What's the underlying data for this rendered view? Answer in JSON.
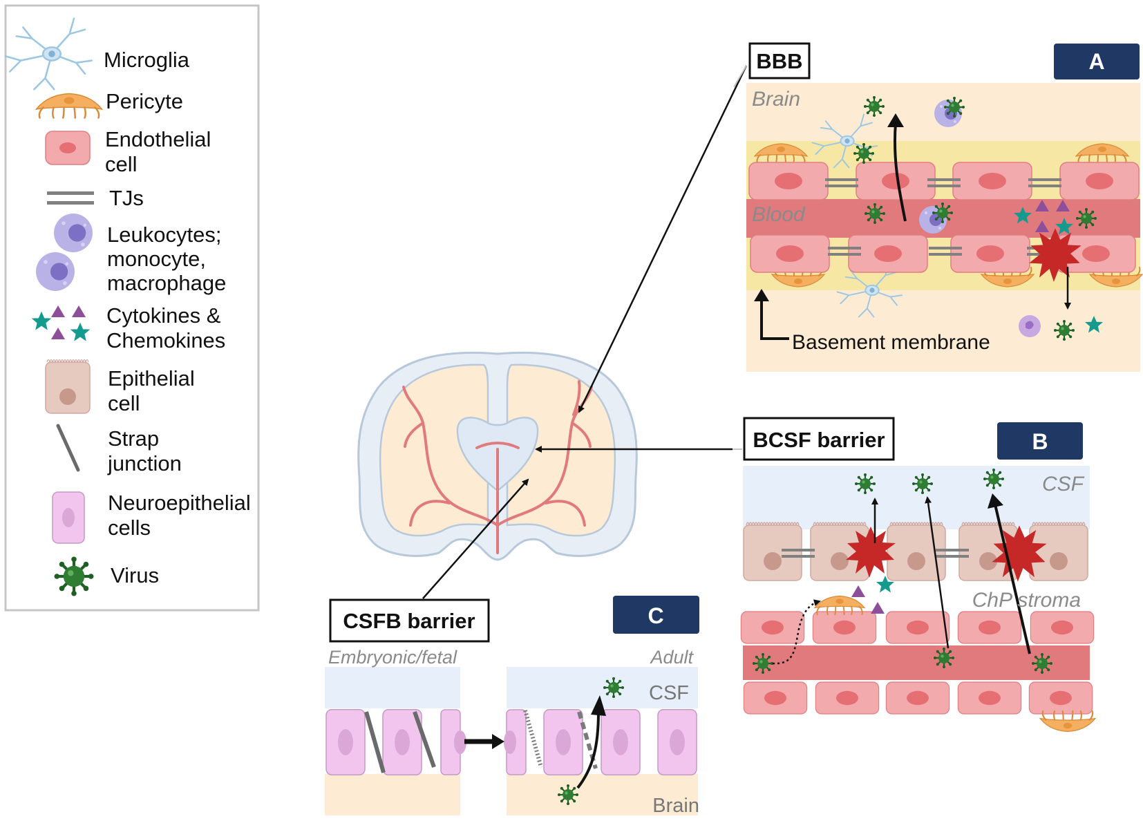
{
  "legend": {
    "microglia": "Microglia",
    "pericyte": "Pericyte",
    "endothelial_1": "Endothelial",
    "endothelial_2": "cell",
    "tjs": "TJs",
    "leuko_1": "Leukocytes;",
    "leuko_2": "monocyte,",
    "leuko_3": "macrophage",
    "cyto_1": "Cytokines &",
    "cyto_2": "Chemokines",
    "epi_1": "Epithelial",
    "epi_2": "cell",
    "strap_1": "Strap",
    "strap_2": "junction",
    "neuro_1": "Neuroepithelial",
    "neuro_2": "cells",
    "virus": "Virus"
  },
  "panel_a": {
    "title": "BBB",
    "badge": "A",
    "brain": "Brain",
    "blood": "Blood",
    "basement": "Basement membrane"
  },
  "panel_b": {
    "title": "BCSF barrier",
    "badge": "B",
    "csf": "CSF",
    "stroma": "ChP stroma"
  },
  "panel_c": {
    "title": "CSFB barrier",
    "badge": "C",
    "embryonic": "Embryonic/fetal",
    "adult": "Adult",
    "csf": "CSF",
    "brain": "Brain"
  },
  "colors": {
    "navy": "#1f3864",
    "endothelial": "#f2aaad",
    "nucleus": "#e66f73",
    "blood": "#e07a7c",
    "basement": "#f6e7a5",
    "brain_bg": "#fdebd3",
    "csf_bg": "#e6effa",
    "virus": "#2e7d32",
    "damage": "#c62828",
    "teal": "#159a8e",
    "purple": "#8e4f9a",
    "pericyte": "#f4b060",
    "epithelial": "#e6c9bf",
    "neuro": "#f1c5ee"
  }
}
